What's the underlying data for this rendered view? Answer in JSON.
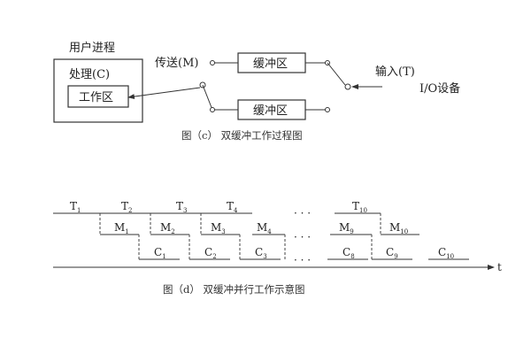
{
  "figure_c": {
    "user_process": "用户进程",
    "process_label": "处理(C)",
    "work_area": "工作区",
    "send_label": "传送(M)",
    "buffer_top": "缓冲区",
    "buffer_bottom": "缓冲区",
    "input_label": "输入(T)",
    "io_device": "I/O设备",
    "caption": "图（c）  双缓冲工作过程图"
  },
  "figure_d": {
    "t_rows": [
      {
        "base": "T",
        "sub": "1"
      },
      {
        "base": "T",
        "sub": "2"
      },
      {
        "base": "T",
        "sub": "3"
      },
      {
        "base": "T",
        "sub": "4"
      },
      {
        "base": "T",
        "sub": "10"
      }
    ],
    "m_rows": [
      {
        "base": "M",
        "sub": "1"
      },
      {
        "base": "M",
        "sub": "2"
      },
      {
        "base": "M",
        "sub": "3"
      },
      {
        "base": "M",
        "sub": "4"
      },
      {
        "base": "M",
        "sub": "9"
      },
      {
        "base": "M",
        "sub": "10"
      }
    ],
    "c_rows": [
      {
        "base": "C",
        "sub": "1"
      },
      {
        "base": "C",
        "sub": "2"
      },
      {
        "base": "C",
        "sub": "3"
      },
      {
        "base": "C",
        "sub": "8"
      },
      {
        "base": "C",
        "sub": "9"
      },
      {
        "base": "C",
        "sub": "10"
      }
    ],
    "ellipsis": "· · ·",
    "time_axis": "t",
    "caption": "图（d）  双缓冲并行工作示意图"
  }
}
